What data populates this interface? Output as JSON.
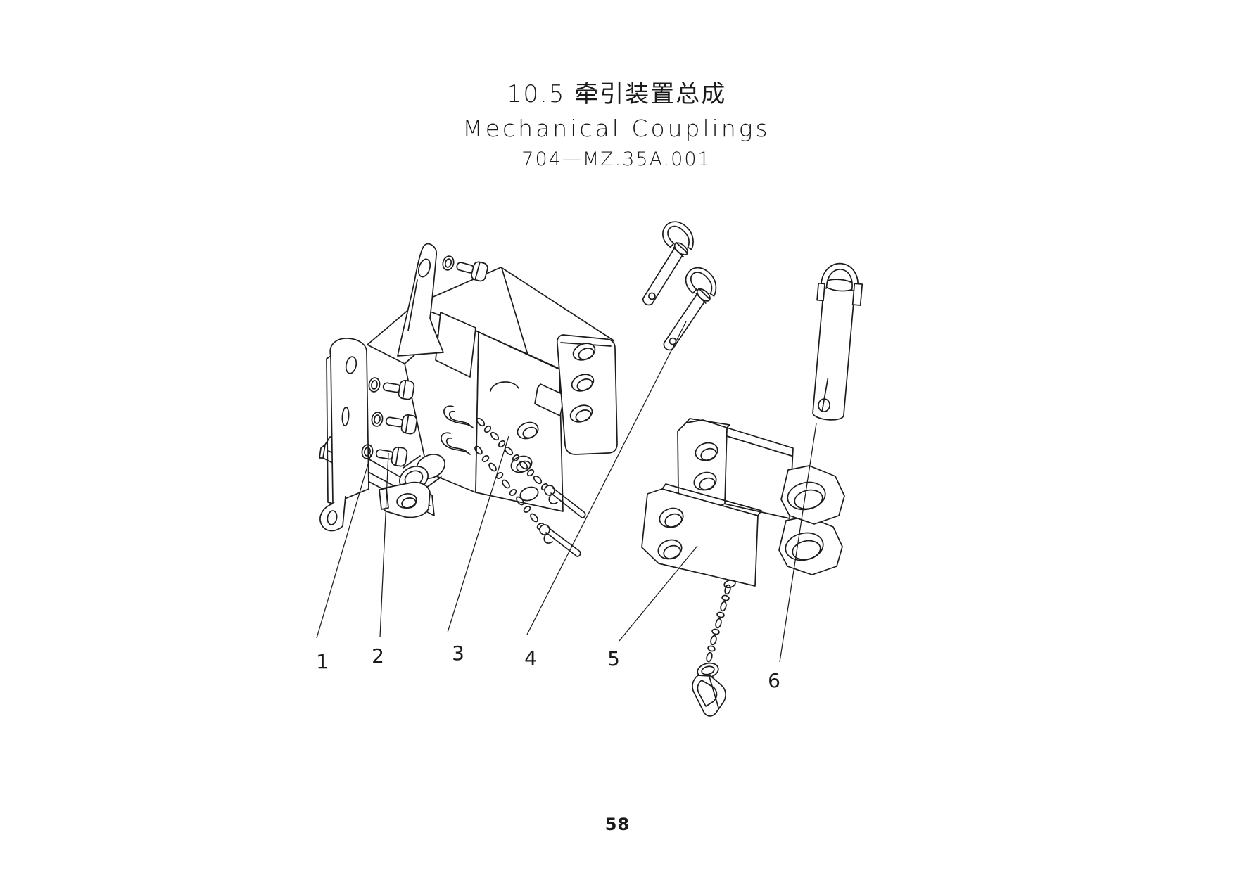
{
  "page": {
    "section_title_zh": "10.5 牵引装置总成",
    "title_en": "Mechanical Couplings",
    "drawing_number": "704—MZ.35A.001",
    "page_number": "58"
  },
  "diagram": {
    "description": "Exploded isometric line drawing of a tractor towing hitch (mechanical coupling) assembly with numbered part callouts",
    "callouts": [
      {
        "label": "1"
      },
      {
        "label": "2"
      },
      {
        "label": "3"
      },
      {
        "label": "4"
      },
      {
        "label": "5"
      },
      {
        "label": "6"
      }
    ]
  },
  "colors": {
    "line": "#1c1c1c",
    "background": "#ffffff",
    "text": "#1a1a1a"
  }
}
